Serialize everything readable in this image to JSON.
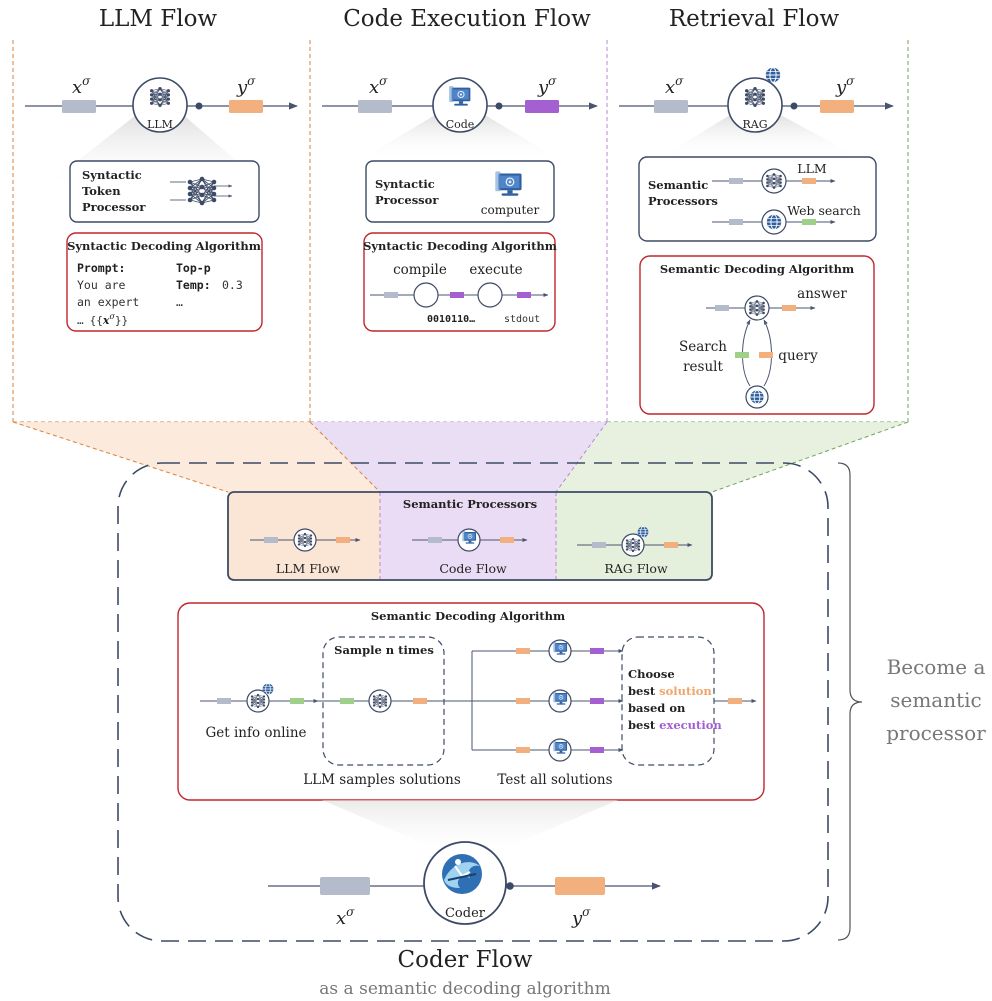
{
  "titles": {
    "llm_flow": "LLM Flow",
    "code_flow": "Code Execution Flow",
    "retrieval_flow": "Retrieval Flow",
    "coder_flow": "Coder Flow",
    "coder_subtitle": "as a semantic decoding algorithm",
    "become": [
      "Become a",
      "semantic",
      "processor"
    ]
  },
  "variables": {
    "x": "x",
    "y": "y",
    "sup": "σ"
  },
  "nodes": {
    "llm": "LLM",
    "code": "Code",
    "rag": "RAG",
    "coder": "Coder"
  },
  "llm_panel": {
    "processor_lines": [
      "Syntactic",
      "Token",
      "Processor"
    ],
    "algo_title": "Syntactic Decoding Algorithm",
    "prompt_label": "Prompt:",
    "prompt_lines": [
      "You are",
      "an expert"
    ],
    "prompt_ellipsis": "…",
    "prompt_var_open": "{{",
    "prompt_var_close": "}}",
    "top_p": "Top-p",
    "temp_label": "Temp:",
    "temp_value": "0.3",
    "more": "…"
  },
  "code_panel": {
    "processor_lines": [
      "Syntactic",
      "Processor"
    ],
    "computer": "computer",
    "algo_title": "Syntactic Decoding Algorithm",
    "compile": "compile",
    "execute": "execute",
    "binary": "0010110…",
    "stdout": "stdout"
  },
  "retrieval_panel": {
    "processor_lines": [
      "Semantic",
      "Processors"
    ],
    "llm": "LLM",
    "web_search": "Web search",
    "algo_title": "Semantic Decoding Algorithm",
    "answer": "answer",
    "query": "query",
    "search_result": [
      "Search",
      "result"
    ]
  },
  "semantic_processors": {
    "title": "Semantic Processors",
    "items": [
      "LLM Flow",
      "Code Flow",
      "RAG Flow"
    ]
  },
  "coder_algo": {
    "title": "Semantic Decoding Algorithm",
    "get_info": "Get info online",
    "sample_n": "Sample n times",
    "llm_samples": "LLM samples solutions",
    "test_all": "Test all solutions",
    "choose": [
      "Choose",
      "best",
      "solution",
      "based on",
      "best",
      "execution"
    ]
  },
  "colors": {
    "gray_token": "#b4bccb",
    "orange_token": "#f2b07e",
    "purple_token": "#a45fd0",
    "green_token": "#9fd08a",
    "red_border": "#c0262b",
    "navy": "#3d4a66",
    "orange_dash": "#d9823b",
    "purple_dash": "#b48ad4",
    "green_dash": "#6ea35a",
    "orange_fill": "#fbe6d6",
    "purple_fill": "#e9dcf4",
    "green_fill": "#e5f0dc",
    "orange_text": "#f0a56c",
    "purple_text": "#a35ed4"
  }
}
